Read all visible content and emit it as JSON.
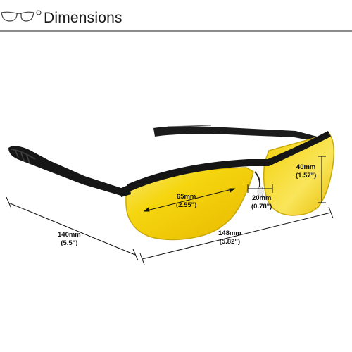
{
  "header": {
    "title": "Dimensions",
    "icon": "glasses-icon",
    "rule_color": "#8c8c8c"
  },
  "colors": {
    "lens": "#f5d60f",
    "lens_edge": "#c9a90a",
    "frame": "#151515",
    "lines": "#111111"
  },
  "dimensions": {
    "lens_width": {
      "mm": "65mm",
      "in": "(2.55\")"
    },
    "bridge": {
      "mm": "20mm",
      "in": "(0.78\")"
    },
    "lens_height": {
      "mm": "40mm",
      "in": "(1.57\")"
    },
    "temple": {
      "mm": "140mm",
      "in": "(5.5\")"
    },
    "frame_width": {
      "mm": "148mm",
      "in": "(5.82\")"
    }
  }
}
